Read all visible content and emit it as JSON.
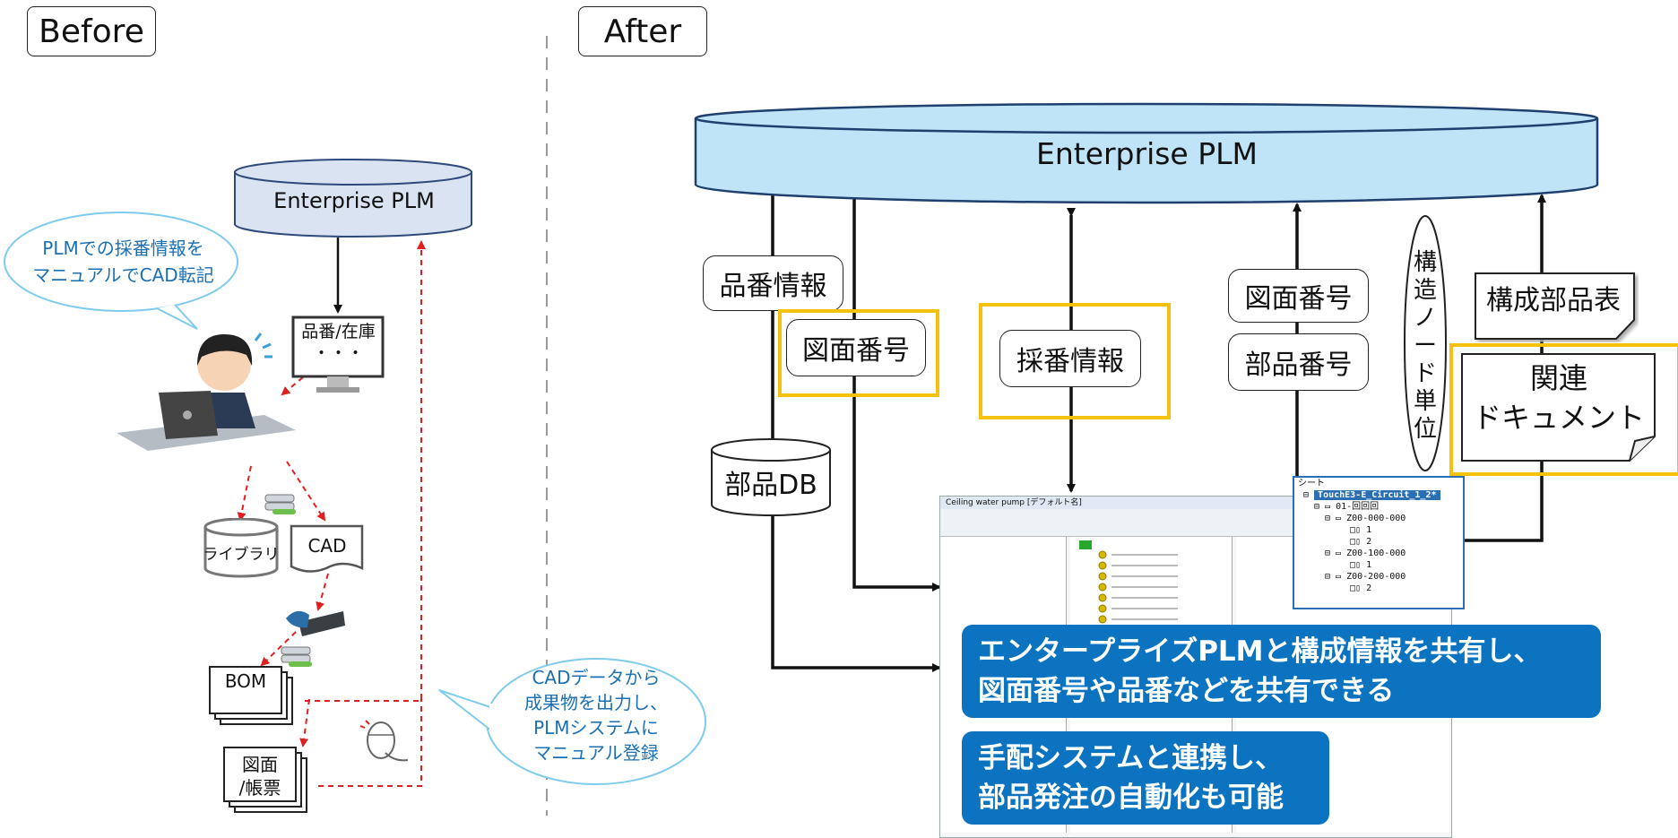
{
  "before": {
    "tag": "Before",
    "plm": "Enterprise  PLM",
    "bubble_left": [
      "PLMでの採番情報を",
      "マニュアルでCAD転記"
    ],
    "monitor": [
      "品番/在庫",
      "・・・"
    ],
    "library": "ライブラリ",
    "cad": "CAD",
    "bom": "BOM",
    "drawing": [
      "図面",
      "/帳票"
    ],
    "bubble_right": [
      "CADデータから",
      "成果物を出力し、",
      "PLMシステムに",
      "マニュアル登録"
    ]
  },
  "after": {
    "tag": "After",
    "plm": "Enterprise  PLM",
    "labels": {
      "hinban": "品番情報",
      "zumen1": "図面番号",
      "saiban": "採番情報",
      "zumen2": "図面番号",
      "buhin": "部品番号",
      "kousei": "構成部品表",
      "kanren": [
        "関連",
        "ドキュメント"
      ],
      "buhindb": "部品DB",
      "node": [
        "構",
        "造",
        "ノ",
        "ー",
        "ド",
        "単",
        "位"
      ]
    },
    "tree": {
      "header": "シート",
      "root": "TouchE3-E_Circuit_1_2*",
      "rows": [
        "01-回回回",
        "Z00-000-000",
        "1",
        "2",
        "Z00-100-000",
        "1",
        "Z00-200-000",
        "2"
      ]
    },
    "window_title": "Ceiling water pump [デフォルト名]",
    "banner1": [
      "エンタープライズPLMと構成情報を共有し、",
      "図面番号や品番などを共有できる"
    ],
    "banner2": [
      "手配システムと連携し、",
      "部品発注の自動化も可能"
    ],
    "colors": {
      "accent": "#0b73c0",
      "highlight": "#f2c20f",
      "bubble": "#7ecbee",
      "plm_after": "#bfe3f7",
      "plm_before": "#d9e3f1",
      "dashed": "#e02020"
    }
  }
}
